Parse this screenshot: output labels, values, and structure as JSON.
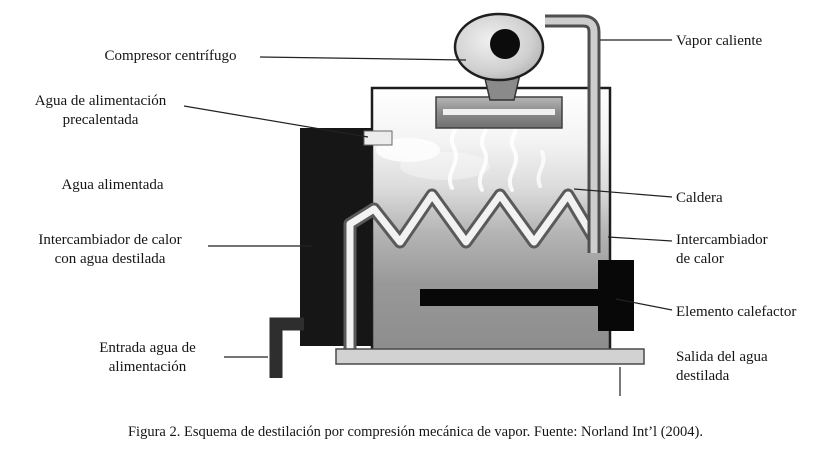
{
  "figure": {
    "caption": "Figura 2. Esquema de destilación por compresión mecánica de vapor. Fuente: Norland Int’l (2004)."
  },
  "labels": {
    "compresor_centrifugo": "Compresor centrífugo",
    "agua_precalentada": "Agua de alimentación\nprecalentada",
    "agua_alimentada": "Agua alimentada",
    "intercambiador_agua_destilada": "Intercambiador de calor\ncon agua destilada",
    "entrada_agua": "Entrada agua de\nalimentación",
    "vapor_caliente": "Vapor caliente",
    "caldera": "Caldera",
    "intercambiador_calor": "Intercambiador\nde calor",
    "elemento_calefactor": "Elemento calefactor",
    "salida_agua": "Salida del agua\ndestilada"
  },
  "colors": {
    "background": "#ffffff",
    "dark_box": "#161616",
    "heater_black": "#080808",
    "pipe_gray": "#cdcdcd",
    "text": "#151515"
  }
}
